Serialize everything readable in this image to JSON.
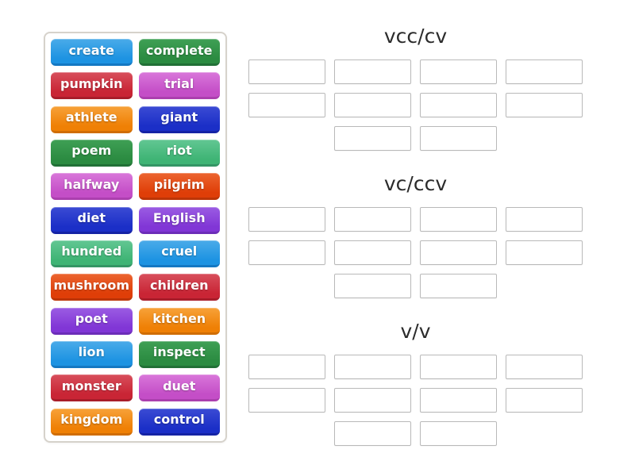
{
  "activity": {
    "type_label": "group-sort"
  },
  "palette": {
    "lightblue": {
      "top": "#4aabe9",
      "base": "#1d93e2",
      "edge": "#1478c2"
    },
    "green": {
      "top": "#3fa055",
      "base": "#2b8b41",
      "edge": "#217036"
    },
    "crimson": {
      "top": "#d84f5c",
      "base": "#c92535",
      "edge": "#a81d2a"
    },
    "orchid": {
      "top": "#d977da",
      "base": "#c44ec7",
      "edge": "#ab3fae"
    },
    "orange": {
      "top": "#f7a239",
      "base": "#ef8005",
      "edge": "#d06d04"
    },
    "royalblue": {
      "top": "#3b4bd4",
      "base": "#1b2fc7",
      "edge": "#1523a5"
    },
    "seagreen": {
      "top": "#62c793",
      "base": "#3fb475",
      "edge": "#349565"
    },
    "orangered": {
      "top": "#ec6530",
      "base": "#df3e08",
      "edge": "#bc3507"
    },
    "purple": {
      "top": "#9b5ce3",
      "base": "#8136d6",
      "edge": "#6c2db8"
    }
  },
  "word_bank": {
    "tiles": [
      {
        "label": "create",
        "color": "lightblue"
      },
      {
        "label": "complete",
        "color": "green"
      },
      {
        "label": "pumpkin",
        "color": "crimson"
      },
      {
        "label": "trial",
        "color": "orchid"
      },
      {
        "label": "athlete",
        "color": "orange"
      },
      {
        "label": "giant",
        "color": "royalblue"
      },
      {
        "label": "poem",
        "color": "green"
      },
      {
        "label": "riot",
        "color": "seagreen"
      },
      {
        "label": "halfway",
        "color": "orchid"
      },
      {
        "label": "pilgrim",
        "color": "orangered"
      },
      {
        "label": "diet",
        "color": "royalblue"
      },
      {
        "label": "English",
        "color": "purple"
      },
      {
        "label": "hundred",
        "color": "seagreen"
      },
      {
        "label": "cruel",
        "color": "lightblue"
      },
      {
        "label": "mushroom",
        "color": "orangered"
      },
      {
        "label": "children",
        "color": "crimson"
      },
      {
        "label": "poet",
        "color": "purple"
      },
      {
        "label": "kitchen",
        "color": "orange"
      },
      {
        "label": "lion",
        "color": "lightblue"
      },
      {
        "label": "inspect",
        "color": "green"
      },
      {
        "label": "monster",
        "color": "crimson"
      },
      {
        "label": "duet",
        "color": "orchid"
      },
      {
        "label": "kingdom",
        "color": "orange"
      },
      {
        "label": "control",
        "color": "royalblue"
      }
    ]
  },
  "groups": [
    {
      "title": "vcc/cv",
      "slot_rows": [
        4,
        4,
        2
      ]
    },
    {
      "title": "vc/ccv",
      "slot_rows": [
        4,
        4,
        2
      ]
    },
    {
      "title": "v/v",
      "slot_rows": [
        4,
        4,
        2
      ]
    }
  ]
}
